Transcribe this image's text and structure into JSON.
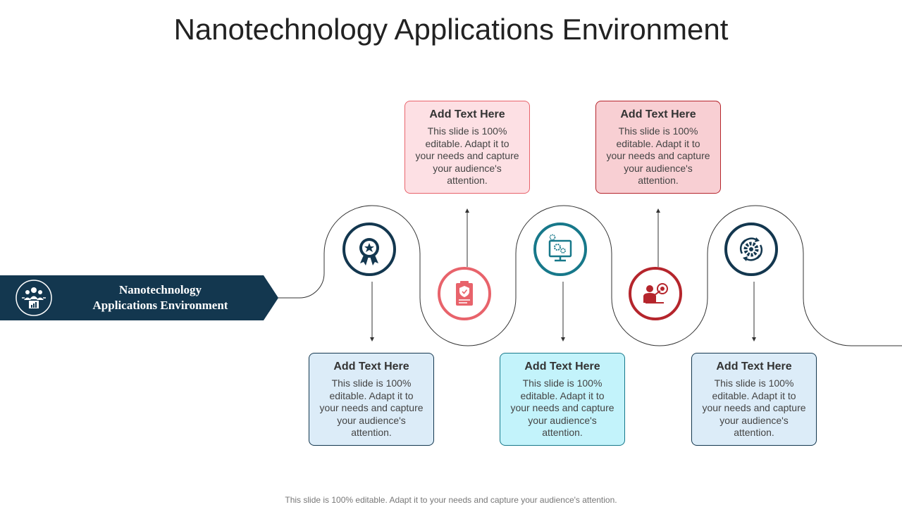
{
  "title": "Nanotechnology Applications Environment",
  "banner": {
    "line1": "Nanotechnology",
    "line2": "Applications Environment",
    "icon": "team-analytics-icon",
    "color": "#13374f"
  },
  "boxes": [
    {
      "heading": "Add Text Here",
      "body": "This slide is 100% editable. Adapt it to your needs and capture your audience's attention."
    },
    {
      "heading": "Add Text Here",
      "body": "This slide is 100% editable. Adapt it to your needs and capture your audience's attention."
    },
    {
      "heading": "Add Text Here",
      "body": "This slide is 100% editable. Adapt it to your needs and capture your audience's attention."
    },
    {
      "heading": "Add Text Here",
      "body": "This slide is 100% editable. Adapt it to your needs and capture your audience's attention."
    },
    {
      "heading": "Add Text Here",
      "body": "This slide is 100% editable. Adapt it to your needs and capture your audience's attention."
    }
  ],
  "nodes": [
    {
      "icon": "award-badge-icon",
      "color": "#13374f"
    },
    {
      "icon": "clipboard-shield-icon",
      "color": "#e8636b"
    },
    {
      "icon": "monitor-gears-icon",
      "color": "#17788a"
    },
    {
      "icon": "presenter-target-icon",
      "color": "#b5252c"
    },
    {
      "icon": "gear-cycle-icon",
      "color": "#13374f"
    }
  ],
  "colors": {
    "pink_box": "#fde0e4",
    "red_box": "#f8cfd3",
    "blue_box": "#dcecf8",
    "cyan_box": "#c3f3fb",
    "dark_navy": "#13374f"
  },
  "footer": "This slide is 100% editable. Adapt it to your needs and capture your audience's attention."
}
